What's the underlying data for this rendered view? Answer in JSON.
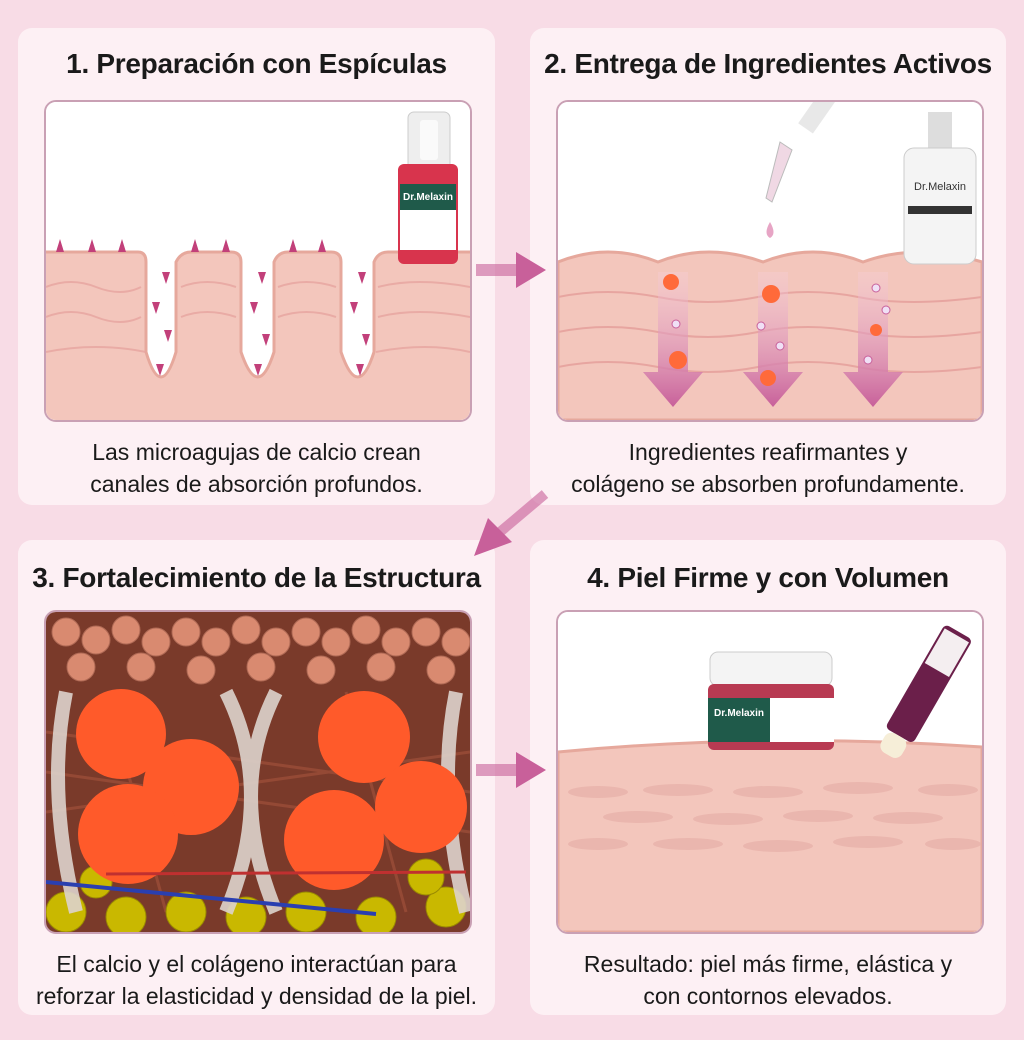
{
  "steps": [
    {
      "title": "1. Preparación con Espículas",
      "caption_line1": "Las microagujas de calcio crean",
      "caption_line2": "canales de absorción profundos.",
      "product_logo": "Dr.Melaxin"
    },
    {
      "title": "2. Entrega de Ingredientes Activos",
      "caption_line1": "Ingredientes reafirmantes y",
      "caption_line2": "colágeno se absorben profundamente.",
      "product_logo": "Dr.Melaxin"
    },
    {
      "title": "3. Fortalecimiento de la Estructura",
      "caption_line1": "El calcio y el colágeno interactúan para",
      "caption_line2": "reforzar la elasticidad y densidad de la piel."
    },
    {
      "title": "4. Piel Firme y con Volumen",
      "caption_line1": "Resultado: piel más firme, elástica y",
      "caption_line2": "con contornos elevados.",
      "product_logo": "Dr.Melaxin"
    }
  ],
  "colors": {
    "background": "#f8dce6",
    "card": "#fdf0f4",
    "arrow": "#c8609a",
    "skin": "#f3c6bc",
    "spicule": "#c2407a",
    "sphere": "#ff5a2a"
  }
}
